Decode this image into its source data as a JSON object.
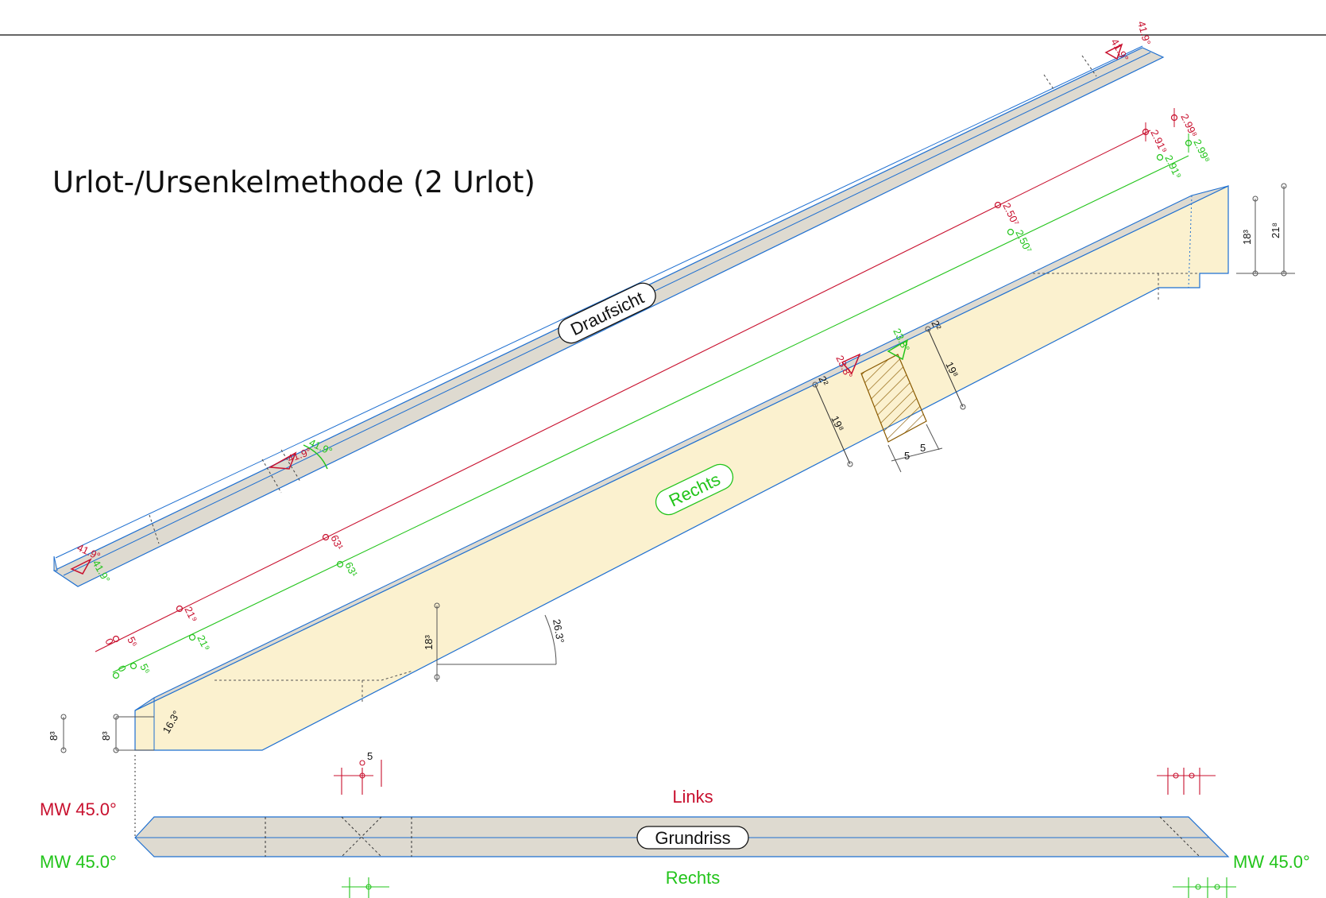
{
  "title": "Urlot-/Ursenkelmethode (2 Urlot)",
  "colors": {
    "red": "#c8102e",
    "green": "#22c41a",
    "wood": "#fbf1cf",
    "grey_face": "#dedad0",
    "outline": "#1e6fd0"
  },
  "views": {
    "top": {
      "label": "Draufsicht"
    },
    "side": {
      "label": "Rechts"
    },
    "plan": {
      "label": "Grundriss",
      "top_label": "Links",
      "bottom_label": "Rechts"
    }
  },
  "bevel_labels": {
    "mw_left_red": "MW 45.0°",
    "mw_left_green": "MW 45.0°",
    "mw_right_green": "MW 45.0°"
  },
  "angles": {
    "pitch": "26.3°",
    "foot": "16.3°",
    "red_top": "41.9°",
    "green_top": "41.9°",
    "red_mid": "41.9°",
    "green_mid": "41.9°",
    "red_low": "41.9°",
    "green_low": "41.9°",
    "red_notch": "23.8°",
    "green_notch": "23.8°"
  },
  "dimensions": {
    "red_total": "2.99⁸",
    "green_total": "2.99⁸",
    "red_b": "2.91⁹",
    "green_b": "2.91⁹",
    "red_c": "2.50⁷",
    "green_c": "2.50⁷",
    "red_d": "63¹",
    "green_d": "63¹",
    "red_e": "21⁹",
    "green_e": "21⁹",
    "red_f": "5⁶",
    "green_f": "5⁶",
    "red_zero": "0",
    "green_zero": "0",
    "height_right_a": "18³",
    "height_right_b": "21⁸",
    "height_mid": "18³",
    "foot_a": "8³",
    "foot_b": "8³",
    "depth_a": "19⁸",
    "depth_b": "19⁸",
    "top_a": "2²",
    "top_b": "2²",
    "notch_a": "5",
    "notch_b": "5",
    "plan_five": "5"
  }
}
